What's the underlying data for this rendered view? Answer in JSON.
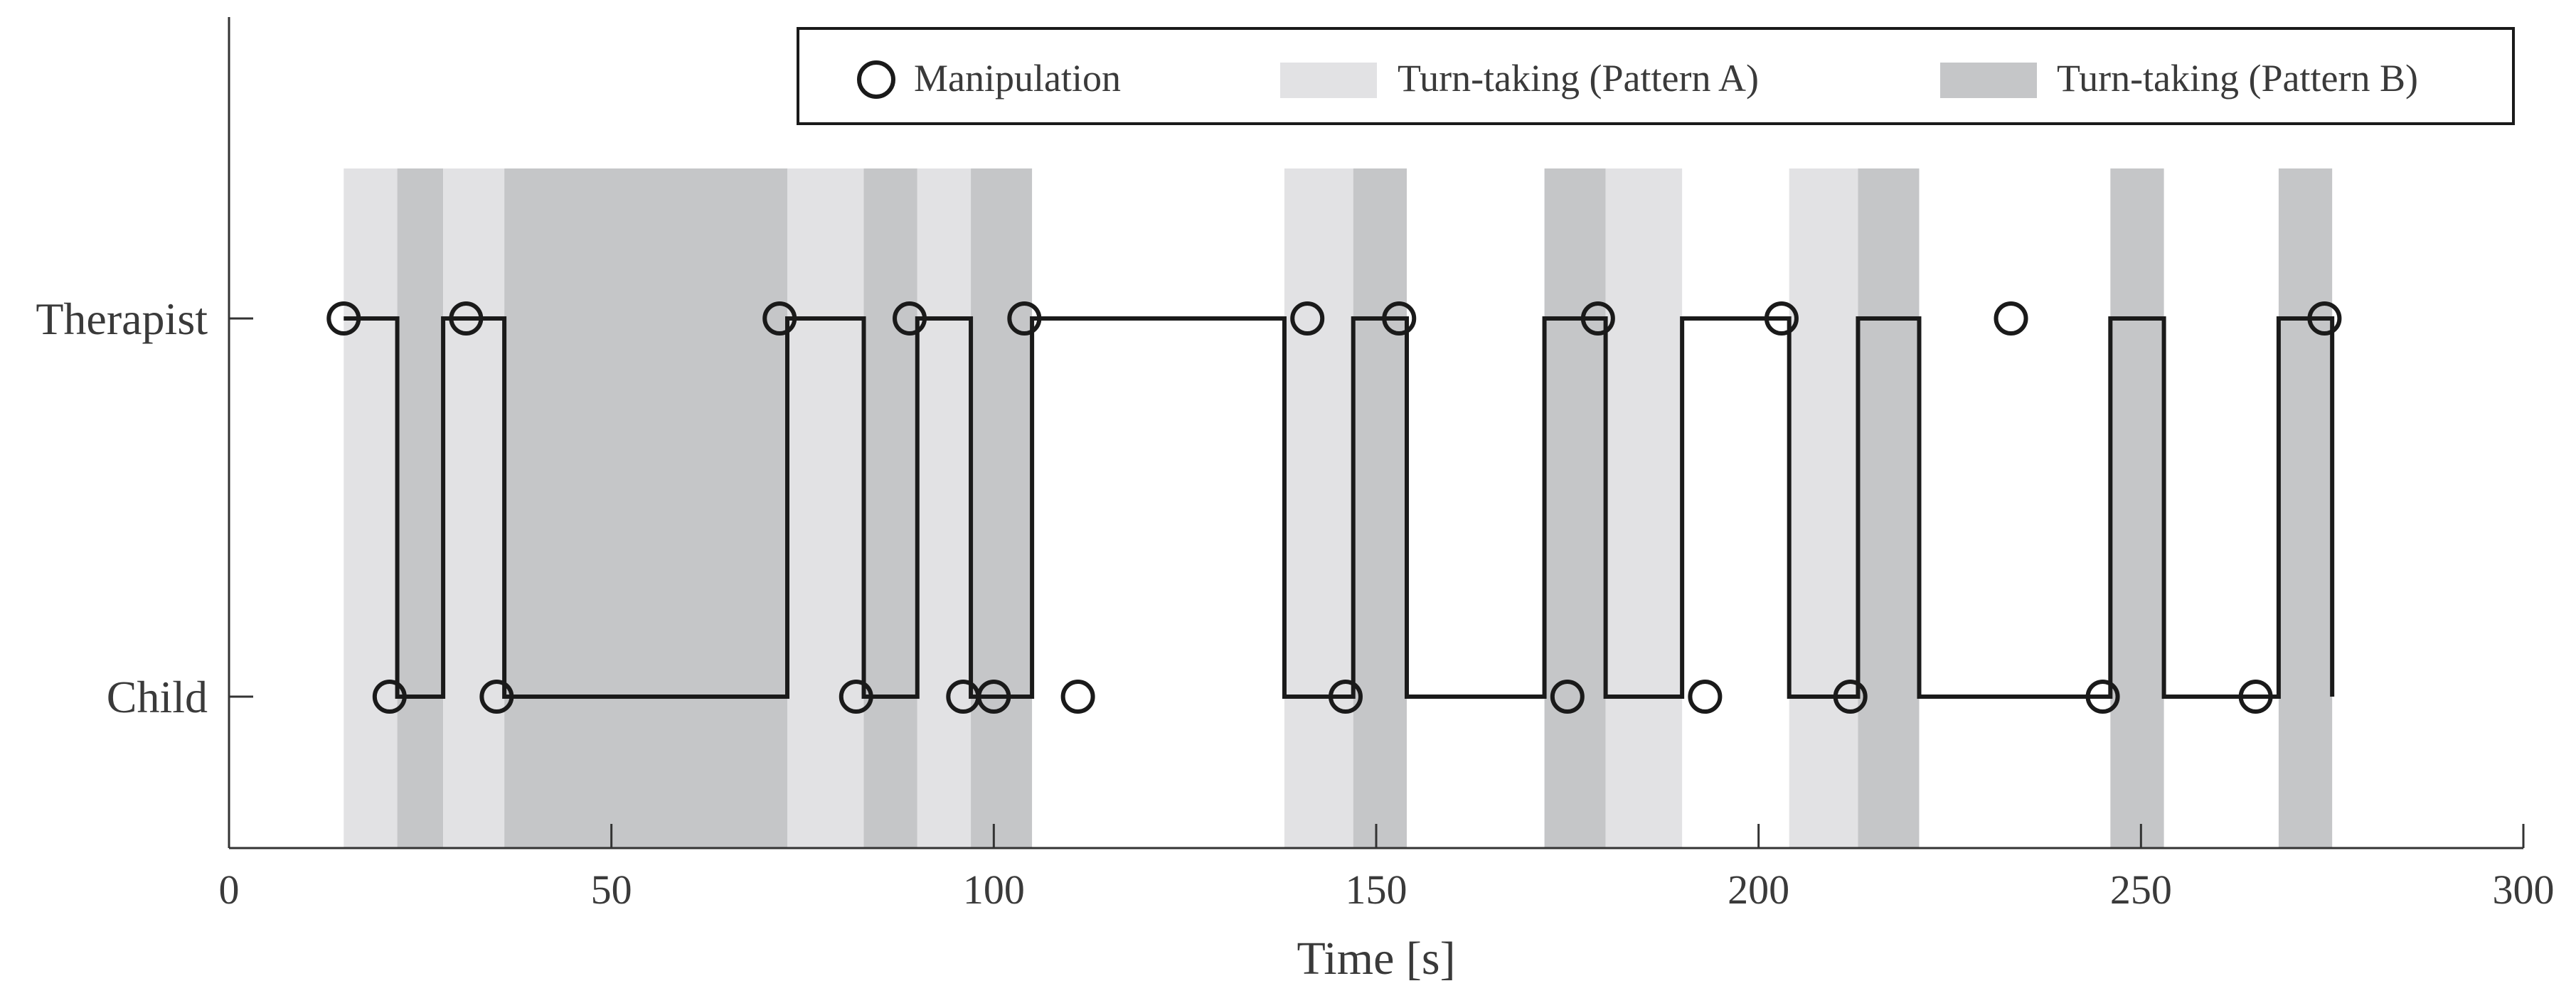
{
  "chart_data": {
    "type": "line",
    "xlabel": "Time [s]",
    "ylabel": "",
    "xlim": [
      0,
      300
    ],
    "x_ticks": [
      0,
      50,
      100,
      150,
      200,
      250,
      300
    ],
    "y_categories": [
      "Child",
      "Therapist"
    ],
    "grid": false,
    "legend_position": "top-right",
    "legend": {
      "manipulation": "Manipulation",
      "pattern_a": "Turn-taking (Pattern A)",
      "pattern_b": "Turn-taking (Pattern B)"
    },
    "colors": {
      "pattern_a": "#e2e2e4",
      "pattern_b": "#c5c6c8",
      "line": "#1a1a1a",
      "axis": "#333333"
    },
    "turn_taking_regions": [
      {
        "pattern": "A",
        "start": 15,
        "end": 22
      },
      {
        "pattern": "B",
        "start": 22,
        "end": 28
      },
      {
        "pattern": "A",
        "start": 28,
        "end": 36
      },
      {
        "pattern": "B",
        "start": 36,
        "end": 73
      },
      {
        "pattern": "A",
        "start": 73,
        "end": 83
      },
      {
        "pattern": "B",
        "start": 83,
        "end": 90
      },
      {
        "pattern": "A",
        "start": 90,
        "end": 97
      },
      {
        "pattern": "B",
        "start": 97,
        "end": 105
      },
      {
        "pattern": "A",
        "start": 138,
        "end": 147
      },
      {
        "pattern": "B",
        "start": 147,
        "end": 154
      },
      {
        "pattern": "B",
        "start": 172,
        "end": 180
      },
      {
        "pattern": "A",
        "start": 180,
        "end": 190
      },
      {
        "pattern": "A",
        "start": 204,
        "end": 213
      },
      {
        "pattern": "B",
        "start": 213,
        "end": 221
      },
      {
        "pattern": "B",
        "start": 246,
        "end": 253
      },
      {
        "pattern": "B",
        "start": 268,
        "end": 275
      }
    ],
    "speaker_transitions": [
      {
        "x": 15,
        "speaker": "Therapist"
      },
      {
        "x": 22,
        "speaker": "Child"
      },
      {
        "x": 28,
        "speaker": "Therapist"
      },
      {
        "x": 36,
        "speaker": "Child"
      },
      {
        "x": 73,
        "speaker": "Therapist"
      },
      {
        "x": 83,
        "speaker": "Child"
      },
      {
        "x": 90,
        "speaker": "Therapist"
      },
      {
        "x": 97,
        "speaker": "Child"
      },
      {
        "x": 105,
        "speaker": "Therapist"
      },
      {
        "x": 138,
        "speaker": "Child"
      },
      {
        "x": 147,
        "speaker": "Therapist"
      },
      {
        "x": 154,
        "speaker": "Child"
      },
      {
        "x": 172,
        "speaker": "Therapist"
      },
      {
        "x": 180,
        "speaker": "Child"
      },
      {
        "x": 190,
        "speaker": "Therapist"
      },
      {
        "x": 204,
        "speaker": "Child"
      },
      {
        "x": 213,
        "speaker": "Therapist"
      },
      {
        "x": 221,
        "speaker": "Child"
      },
      {
        "x": 246,
        "speaker": "Therapist"
      },
      {
        "x": 253,
        "speaker": "Child"
      },
      {
        "x": 268,
        "speaker": "Therapist"
      },
      {
        "x": 275,
        "speaker": "Child"
      }
    ],
    "manipulations": [
      {
        "x": 15,
        "who": "Therapist"
      },
      {
        "x": 31,
        "who": "Therapist"
      },
      {
        "x": 72,
        "who": "Therapist"
      },
      {
        "x": 89,
        "who": "Therapist"
      },
      {
        "x": 104,
        "who": "Therapist"
      },
      {
        "x": 141,
        "who": "Therapist"
      },
      {
        "x": 153,
        "who": "Therapist"
      },
      {
        "x": 179,
        "who": "Therapist"
      },
      {
        "x": 203,
        "who": "Therapist"
      },
      {
        "x": 233,
        "who": "Therapist"
      },
      {
        "x": 274,
        "who": "Therapist"
      },
      {
        "x": 21,
        "who": "Child"
      },
      {
        "x": 35,
        "who": "Child"
      },
      {
        "x": 82,
        "who": "Child"
      },
      {
        "x": 96,
        "who": "Child"
      },
      {
        "x": 100,
        "who": "Child"
      },
      {
        "x": 111,
        "who": "Child"
      },
      {
        "x": 146,
        "who": "Child"
      },
      {
        "x": 175,
        "who": "Child"
      },
      {
        "x": 193,
        "who": "Child"
      },
      {
        "x": 212,
        "who": "Child"
      },
      {
        "x": 245,
        "who": "Child"
      },
      {
        "x": 265,
        "who": "Child"
      }
    ]
  }
}
